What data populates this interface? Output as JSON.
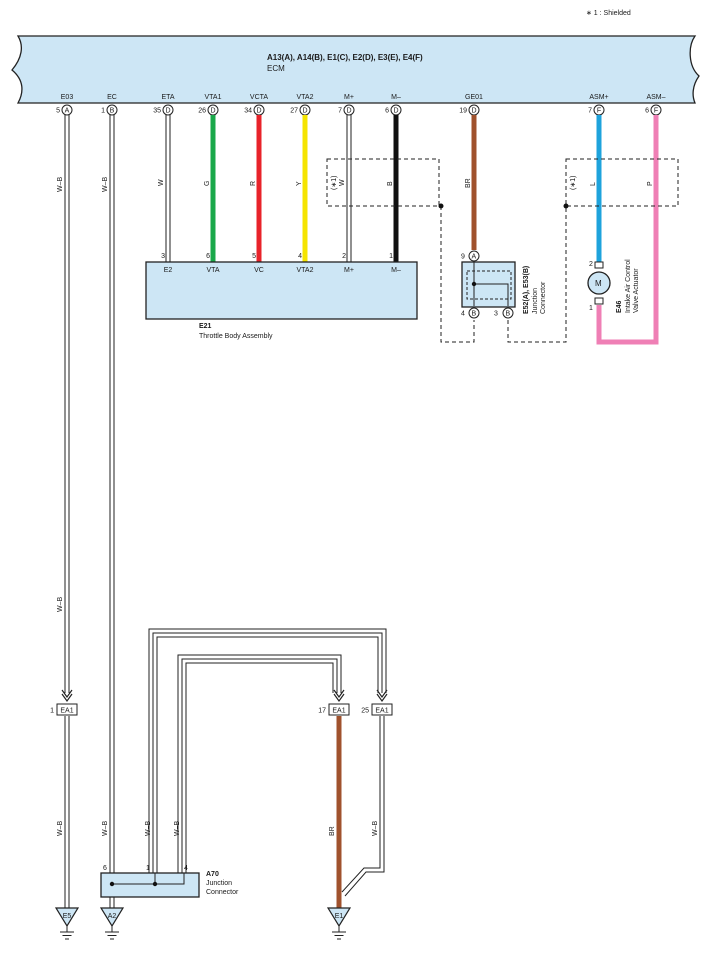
{
  "legend_note": "∗ 1 : Shielded",
  "ecm": {
    "connectors_title": "A13(A), A14(B), E1(C), E2(D), E3(E), E4(F)",
    "name": "ECM",
    "pins": [
      {
        "label": "E03",
        "num": "5",
        "conn": "A"
      },
      {
        "label": "EC",
        "num": "1",
        "conn": "B"
      },
      {
        "label": "ETA",
        "num": "35",
        "conn": "D"
      },
      {
        "label": "VTA1",
        "num": "26",
        "conn": "D"
      },
      {
        "label": "VCTA",
        "num": "34",
        "conn": "D"
      },
      {
        "label": "VTA2",
        "num": "27",
        "conn": "D"
      },
      {
        "label": "M+",
        "num": "7",
        "conn": "D"
      },
      {
        "label": "M–",
        "num": "6",
        "conn": "D"
      },
      {
        "label": "GE01",
        "num": "19",
        "conn": "D"
      },
      {
        "label": "ASM+",
        "num": "7",
        "conn": "F"
      },
      {
        "label": "ASM–",
        "num": "6",
        "conn": "F"
      }
    ]
  },
  "wires": {
    "e03": "W–B",
    "ec": "W–B",
    "eta": "W",
    "vta1": "G",
    "vcta": "R",
    "vta2": "Y",
    "mplus": "W",
    "mminus": "B",
    "ge01": "BR",
    "asmplus": "L",
    "asmminus": "P",
    "e03_mid": "W–B",
    "e03_low": "W–B",
    "ec_low": "W–B",
    "a70_1": "W–B",
    "a70_4": "W–B",
    "br_low": "BR",
    "ea1_25_low": "W–B"
  },
  "shield_labels": [
    "(∗1)",
    "(∗1)"
  ],
  "colors": {
    "panel": "#cde6f5",
    "green": "#1aa84a",
    "red": "#e8232a",
    "yellow": "#f5e400",
    "black": "#111111",
    "brown": "#a0522d",
    "blue": "#1ea3dc",
    "pink": "#ef7fb5"
  },
  "throttle": {
    "code": "E21",
    "name": "Throttle Body Assembly",
    "pins": [
      {
        "num": "3",
        "label": "E2"
      },
      {
        "num": "6",
        "label": "VTA"
      },
      {
        "num": "5",
        "label": "VC"
      },
      {
        "num": "4",
        "label": "VTA2"
      },
      {
        "num": "2",
        "label": "M+"
      },
      {
        "num": "1",
        "label": "M–"
      }
    ]
  },
  "junction_e52": {
    "code": "E52(A), E53(B)",
    "name_line1": "Junction",
    "name_line2": "Connector",
    "pin_top_num": "9",
    "pin_top_conn": "A",
    "pin_bl_num": "4",
    "pin_bl_conn": "B",
    "pin_br_num": "3",
    "pin_br_conn": "B"
  },
  "actuator": {
    "code": "E46",
    "name_line1": "Intake Air Control",
    "name_line2": "Valve Actuator",
    "motor": "M",
    "pin_top": "2",
    "pin_bottom": "1"
  },
  "ea1": [
    {
      "num": "1",
      "label": "EA1"
    },
    {
      "num": "17",
      "label": "EA1"
    },
    {
      "num": "25",
      "label": "EA1"
    }
  ],
  "junction_a70": {
    "code": "A70",
    "name_line1": "Junction",
    "name_line2": "Connector",
    "pins": [
      "6",
      "1",
      "4"
    ]
  },
  "grounds": [
    "E5",
    "A2",
    "E1"
  ]
}
